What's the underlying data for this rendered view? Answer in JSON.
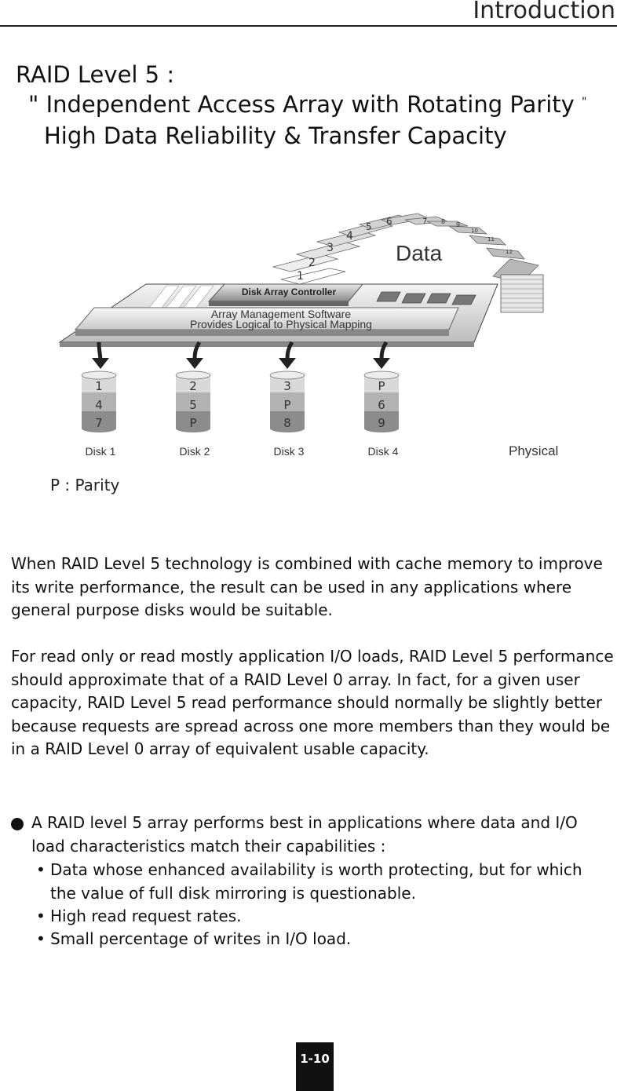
{
  "header": {
    "title": "Introduction"
  },
  "heading": {
    "line1": "RAID Level 5 :",
    "line2_open_quote": "\"",
    "line2_text": "Independent Access Array with Rotating Parity",
    "line2_close_quote": "\"",
    "line3": "High Data Reliability & Transfer Capacity"
  },
  "diagram": {
    "data_label": "Data",
    "controller_label": "Disk Array Controller",
    "software_line1": "Array Management Software",
    "software_line2": "Provides Logical to Physical Mapping",
    "physical_label": "Physical",
    "blocks": [
      "1",
      "2",
      "3",
      "4",
      "5",
      "6",
      "7",
      "8",
      "9",
      "10",
      "11",
      "12"
    ],
    "disks": [
      {
        "name": "Disk 1",
        "cells": [
          "1",
          "4",
          "7"
        ]
      },
      {
        "name": "Disk 2",
        "cells": [
          "2",
          "5",
          "P"
        ]
      },
      {
        "name": "Disk 3",
        "cells": [
          "3",
          "P",
          "8"
        ]
      },
      {
        "name": "Disk 4",
        "cells": [
          "P",
          "6",
          "9"
        ]
      }
    ]
  },
  "legend": "P : Parity",
  "paragraph1": "When RAID Level 5 technology is combined with cache memory to improve its write performance, the result can be used in any applications where general purpose disks would be suitable.",
  "paragraph2": "For read only or read mostly application I/O loads, RAID Level 5 performance should approximate that of a RAID Level 0 array. In fact, for a given user capacity, RAID Level 5 read performance should normally be slightly better because requests are spread across one more members than they would be in a RAID Level 0 array of equivalent usable capacity.",
  "bullet": {
    "text": "A RAID level 5 array performs best in applications where data and I/O load characteristics match their capabilities :",
    "sub_marker": "•",
    "items": [
      "Data whose enhanced availability is worth protecting, but for which the value of full disk mirroring is questionable.",
      "High read request rates.",
      "Small percentage of writes in I/O load."
    ]
  },
  "page_number": "1-10"
}
